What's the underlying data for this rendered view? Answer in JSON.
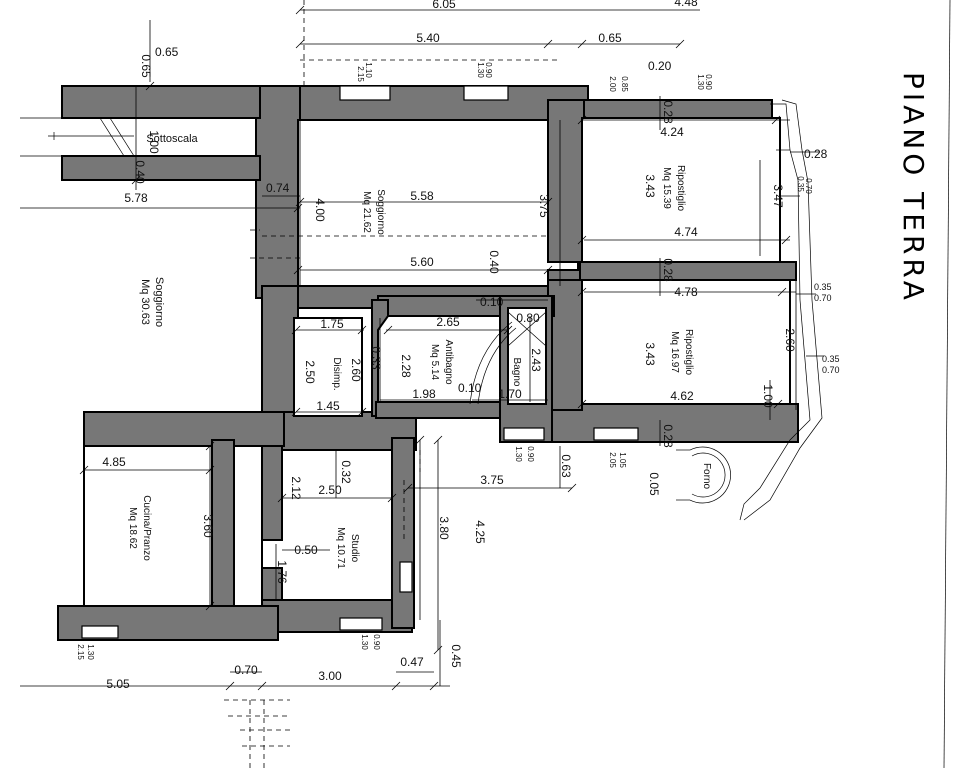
{
  "title": "PIANO TERRA",
  "rooms": {
    "sottoscala": "Sottoscala",
    "soggiorno_left": {
      "name": "Soggiorno",
      "area": "Mq 30.63"
    },
    "soggiorno": {
      "name": "Soggiorno",
      "area": "Mq 21.62"
    },
    "ripostiglio_top": {
      "name": "Ripostiglio",
      "area": "Mq 15.39"
    },
    "ripostiglio_bottom": {
      "name": "Ripostiglio",
      "area": "Mq 16.97"
    },
    "disimp": "Disimp.",
    "antibagno": {
      "name": "Antibagno",
      "area": "Mq 5.14"
    },
    "bagno": "Bagno",
    "studio": {
      "name": "Studio",
      "area": "Mq 10.71"
    },
    "cucina": {
      "name": "Cucina/Pranzo",
      "area": "Mq 18.62"
    },
    "forno": "Forno"
  },
  "dimensions": {
    "d_6_05": "6.05",
    "d_4_48": "4.48",
    "d_5_40": "5.40",
    "d_0_65_top": "0.65",
    "d_0_65_left": "0.65",
    "d_0_20": "0.20",
    "d_1_10": "1.10",
    "d_2_15": "2.15",
    "d_0_90_a": "0.90",
    "d_1_30_a": "1.30",
    "d_0_85": "0.85",
    "d_2_00": "2.00",
    "d_0_90_b": "0.90",
    "d_1_30_b": "1.30",
    "d_0_28_a": "0.28",
    "d_4_24": "4.24",
    "d_0_28_b": "0.28",
    "d_1_00_stair": "1.00",
    "d_0_40_stair": "0.40",
    "d_0_74": "0.74",
    "d_5_78": "5.78",
    "d_5_58": "5.58",
    "d_4_00": "4.00",
    "d_3_75_sog": "3.75",
    "d_3_43_top": "3.43",
    "d_4_74": "4.74",
    "d_0_35_a": "0.35",
    "d_0_70_a": "0.70",
    "d_3_47": "3.47",
    "d_5_60": "5.60",
    "d_0_40": "0.40",
    "d_0_28_c": "0.28",
    "d_4_78": "4.78",
    "d_0_35_b": "0.35",
    "d_0_70_b": "0.70",
    "d_0_10": "0.10",
    "d_1_75": "1.75",
    "d_2_65": "2.65",
    "d_0_80": "0.80",
    "d_2_50_dis": "2.50",
    "d_2_60_dis": "2.60",
    "d_0_33": "0.33",
    "d_2_28": "2.28",
    "d_2_43": "2.43",
    "d_2_60_rip": "2.60",
    "d_3_43_bot": "3.43",
    "d_0_35_c": "0.35",
    "d_0_70_c": "0.70",
    "d_1_00_rip": "1.00",
    "d_1_45": "1.45",
    "d_1_98": "1.98",
    "d_0_10_b": "0.10",
    "d_1_70": "1.70",
    "d_4_62": "4.62",
    "d_0_28_d": "0.28",
    "d_0_90_c": "0.90",
    "d_1_30_c": "1.30",
    "d_0_63": "0.63",
    "d_1_05": "1.05",
    "d_2_05": "2.05",
    "d_0_05": "0.05",
    "d_4_85": "4.85",
    "d_2_12": "2.12",
    "d_0_32": "0.32",
    "d_2_50_stu": "2.50",
    "d_3_75_b": "3.75",
    "d_3_60": "3.60",
    "d_3_80": "3.80",
    "d_4_25": "4.25",
    "d_0_50": "0.50",
    "d_1_76": "1.76",
    "d_0_90_d": "0.90",
    "d_1_30_d": "1.30",
    "d_0_45": "0.45",
    "d_0_47": "0.47",
    "d_0_70_bot": "0.70",
    "d_3_00": "3.00",
    "d_5_05": "5.05",
    "d_1_30_e": "1.30",
    "d_2_15_b": "2.15"
  }
}
